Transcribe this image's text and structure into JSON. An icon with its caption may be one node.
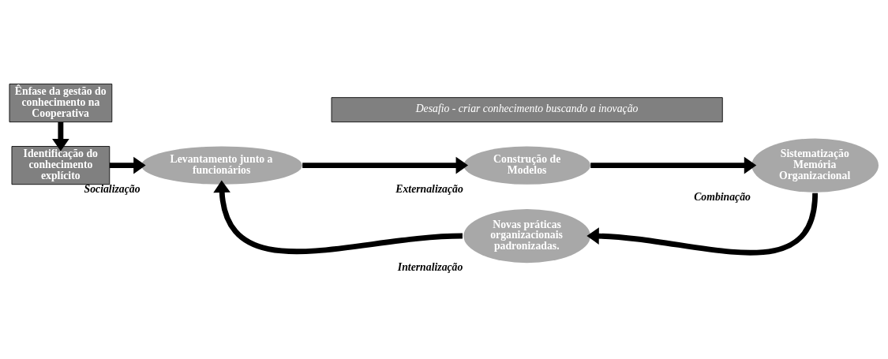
{
  "diagram": {
    "nodes": [
      {
        "text": [
          "Ênfase da gestão do conhecimento na Cooperativa"
        ]
      },
      {
        "text": [
          "Identificação do conhecimento explícito"
        ]
      },
      {
        "text": [
          "Levantamento junto a funcionários"
        ],
        "beside": [
          "Socialização"
        ]
      },
      {
        "text": [
          "Construção de Modelos"
        ],
        "beside": [
          "Externalização"
        ]
      },
      {
        "text": [
          "Sistematização Memória Organizacional"
        ],
        "beside": [
          "Combinação"
        ]
      },
      {
        "text": [
          "Novas práticas organizacionais padronizadas."
        ],
        "beside": [
          "Internalização"
        ]
      },
      {
        "text": [
          "Desafio - criar conhecimento buscando a inovação"
        ]
      }
    ],
    "edges": [
      {
        "from": 0,
        "to": 1,
        "arrow": "to"
      },
      {
        "from": 1,
        "to": 2,
        "arrow": "to"
      },
      {
        "from": 2,
        "to": 3,
        "arrow": "to"
      },
      {
        "from": 3,
        "to": 4,
        "arrow": "to"
      },
      {
        "from": 4,
        "to": 5,
        "arrow": "to"
      },
      {
        "from": 5,
        "to": 2,
        "arrow": "to"
      }
    ]
  }
}
